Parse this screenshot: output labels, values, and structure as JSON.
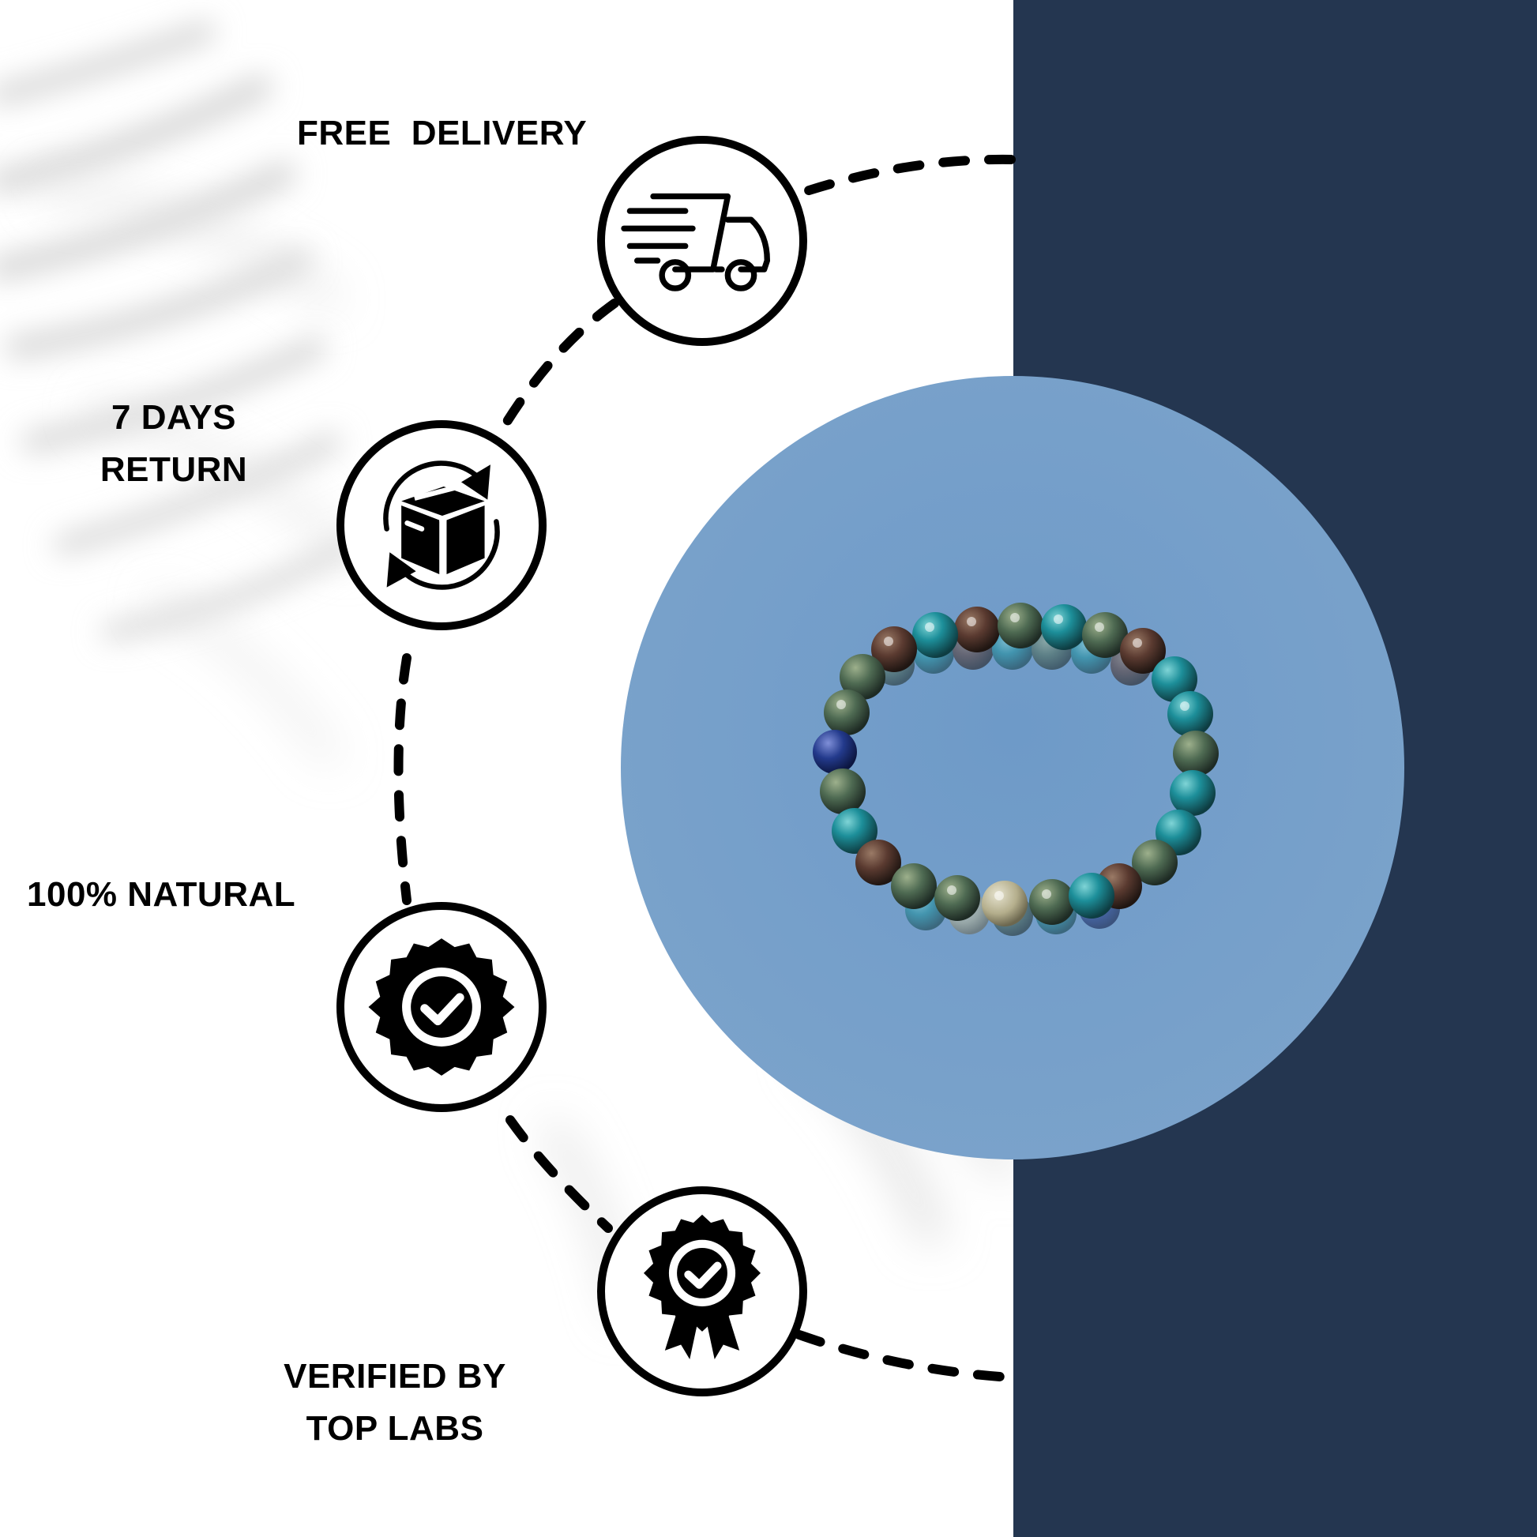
{
  "colors": {
    "background": "#ffffff",
    "navy_panel": "#243650",
    "product_circle": "#6b96c4",
    "ink": "#000000"
  },
  "features": [
    {
      "id": "free-delivery",
      "label": "FREE  DELIVERY",
      "icon": "delivery-truck-icon"
    },
    {
      "id": "return",
      "label_line1": "7 DAYS",
      "label_line2": "RETURN",
      "icon": "return-box-icon"
    },
    {
      "id": "natural",
      "label": "100% NATURAL",
      "icon": "verified-seal-icon"
    },
    {
      "id": "verified",
      "label_line1": "VERIFIED BY",
      "label_line2": "TOP LABS",
      "icon": "award-ribbon-icon"
    }
  ],
  "product": {
    "icon": "bead-bracelet-photo"
  }
}
